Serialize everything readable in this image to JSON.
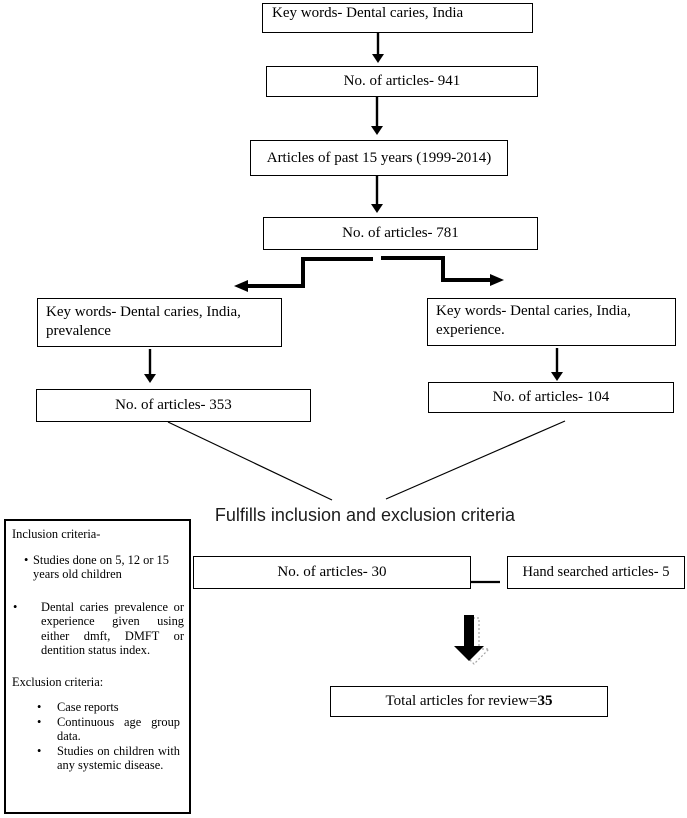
{
  "flow": {
    "kw1": "Key words- Dental caries, India",
    "n941": "No. of articles- 941",
    "past15": "Articles of past 15 years (1999-2014)",
    "n781": "No. of articles- 781",
    "kw_prevalence": "Key words- Dental caries, India, prevalence",
    "n353": "No. of articles- 353",
    "kw_experience": "Key words- Dental caries, India, experience.",
    "n104": "No. of articles- 104",
    "fulfills": "Fulfills inclusion and exclusion criteria",
    "n30": "No. of articles- 30",
    "hand_searched": "Hand searched articles- 5",
    "total_prefix": "Total articles for review=",
    "total_value": "35"
  },
  "criteria": {
    "inclusion_heading": "Inclusion criteria-",
    "inclusion_items": [
      "Studies done on 5, 12 or 15 years old children",
      "Dental caries prevalence or experience given using either dmft, DMFT or dentition status index."
    ],
    "exclusion_heading": "Exclusion criteria:",
    "exclusion_items": [
      "Case reports",
      "Continuous age group data.",
      "Studies on children with any systemic disease."
    ],
    "bullet_glyph": "•"
  },
  "colors": {
    "background": "#ffffff",
    "line": "#000000",
    "text": "#000000",
    "arrow_shadow": "#a6a6a6"
  }
}
